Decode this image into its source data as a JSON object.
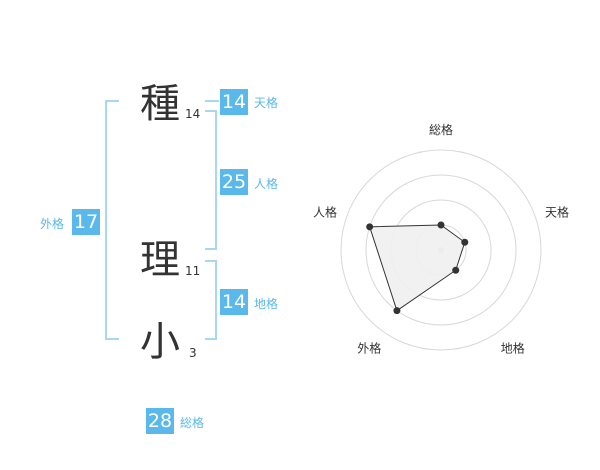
{
  "characters": [
    {
      "char": "種",
      "strokes": "14"
    },
    {
      "char": "理",
      "strokes": "11"
    },
    {
      "char": "小",
      "strokes": "3"
    }
  ],
  "kaku": {
    "tenkaku": {
      "value": "14",
      "label": "天格"
    },
    "jinkaku": {
      "value": "25",
      "label": "人格"
    },
    "chikaku": {
      "value": "14",
      "label": "地格"
    },
    "gaikaku": {
      "value": "17",
      "label": "外格"
    },
    "soukaku": {
      "value": "28",
      "label": "総格"
    }
  },
  "radar": {
    "axes": [
      "総格",
      "天格",
      "地格",
      "外格",
      "人格"
    ],
    "levels": 4,
    "values": [
      1,
      1,
      1,
      3,
      3
    ],
    "max": 4
  },
  "colors": {
    "accent": "#5bb8ea",
    "bracket": "#a9d7f2",
    "radar_fill": "#efefef",
    "radar_grid": "#d8d8d8",
    "radar_line": "#333333"
  }
}
